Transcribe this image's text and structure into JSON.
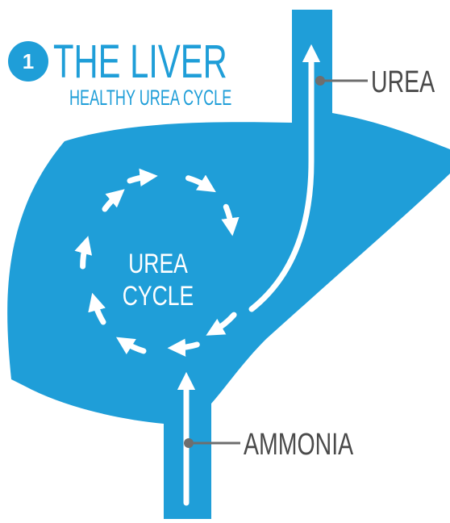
{
  "step": {
    "number": "1",
    "title": "THE LIVER",
    "subtitle": "HEALTHY UREA CYCLE"
  },
  "diagram": {
    "cycle_label_line1": "UREA",
    "cycle_label_line2": "CYCLE",
    "output_label": "UREA",
    "input_label": "AMMONIA"
  },
  "colors": {
    "liver": "#1f9ed8",
    "accent": "#1f9ed8",
    "arrow": "#ffffff",
    "callout": "#6e6e6e",
    "callout_text": "#4a4a4a"
  }
}
